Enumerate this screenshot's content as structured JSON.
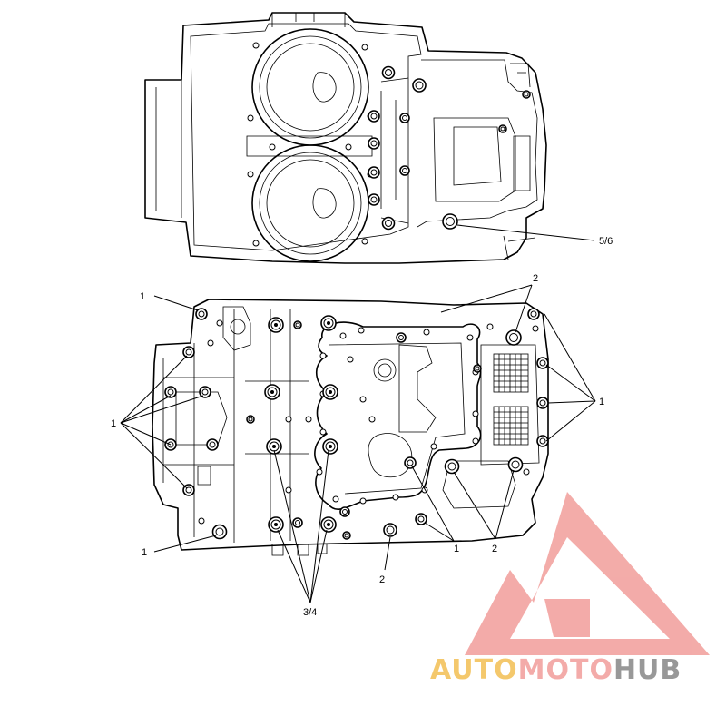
{
  "labels": {
    "top_5_6": "5/6",
    "bot_1_a": "1",
    "bot_1_b": "1",
    "bot_1_c": "1",
    "bot_1_d": "1",
    "bot_1_e": "1",
    "bot_2_a": "2",
    "bot_2_b": "2",
    "bot_2_c": "2",
    "bot_3_4": "3/4"
  },
  "watermark": {
    "part1": "AUTO",
    "part2": "MOTO",
    "part3": "HUB",
    "color_auto": "#f3c35d",
    "color_moto": "#f2a3a0",
    "color_hub": "#8d8d8d",
    "logo_color": "#f2a3a0"
  }
}
